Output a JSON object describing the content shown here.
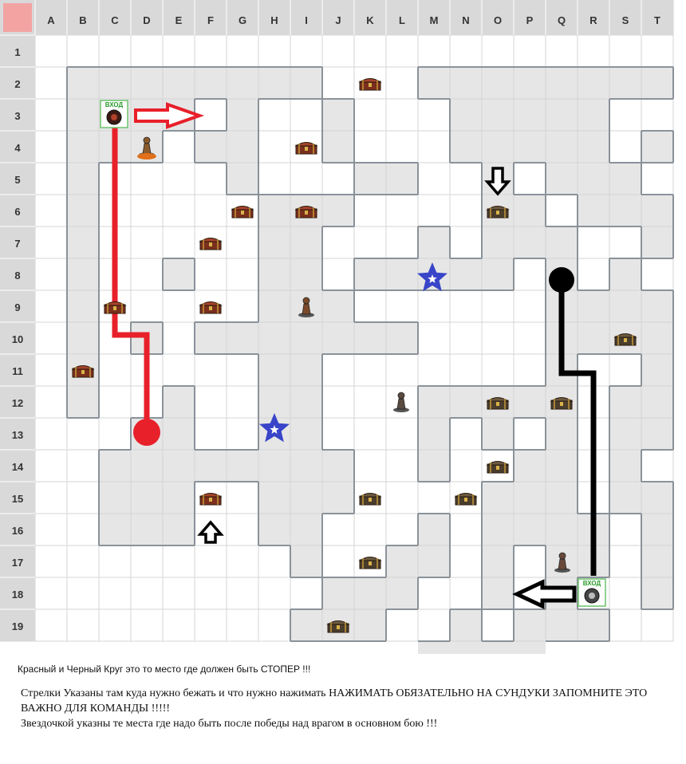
{
  "grid": {
    "columns": [
      "A",
      "B",
      "C",
      "D",
      "E",
      "F",
      "G",
      "H",
      "I",
      "J",
      "K",
      "L",
      "M",
      "N",
      "O",
      "P",
      "Q",
      "R",
      "S",
      "T"
    ],
    "rows": [
      "1",
      "2",
      "3",
      "4",
      "5",
      "6",
      "7",
      "8",
      "9",
      "10",
      "11",
      "12",
      "13",
      "14",
      "15",
      "16",
      "17",
      "18",
      "19"
    ]
  },
  "entrances": [
    {
      "label": "ВХОД",
      "cell": "C3"
    },
    {
      "label": "ВХОД",
      "cell": "R18"
    }
  ],
  "colors": {
    "floor": "#e6e6e6",
    "wall": "#8a9299",
    "grid_line": "#d4d4d4",
    "header_bg": "#d9d9d9",
    "corner_bg": "#f4a3a3",
    "red_route": "#e8202a",
    "black_route": "#000000",
    "star": "#3845c8"
  },
  "markers": {
    "chest_icon": "treasure-chest-icon",
    "star_icon": "star-icon",
    "stopper_icon": "circle-icon"
  },
  "notes": {
    "line1": "Красный и Черный Круг это то место где должен быть СТОПЕР !!!",
    "line2": "Стрелки Указаны там куда нужно бежать и что нужно нажимать НАЖИМАТЬ ОБЯЗАТЕЛЬНО НА СУНДУКИ ЗАПОМНИТЕ ЭТО ВАЖНО ДЛЯ КОМАНДЫ !!!!!",
    "line3": "Звездочкой указны те места где надо быть после победы над врагом в основном бою !!!"
  }
}
